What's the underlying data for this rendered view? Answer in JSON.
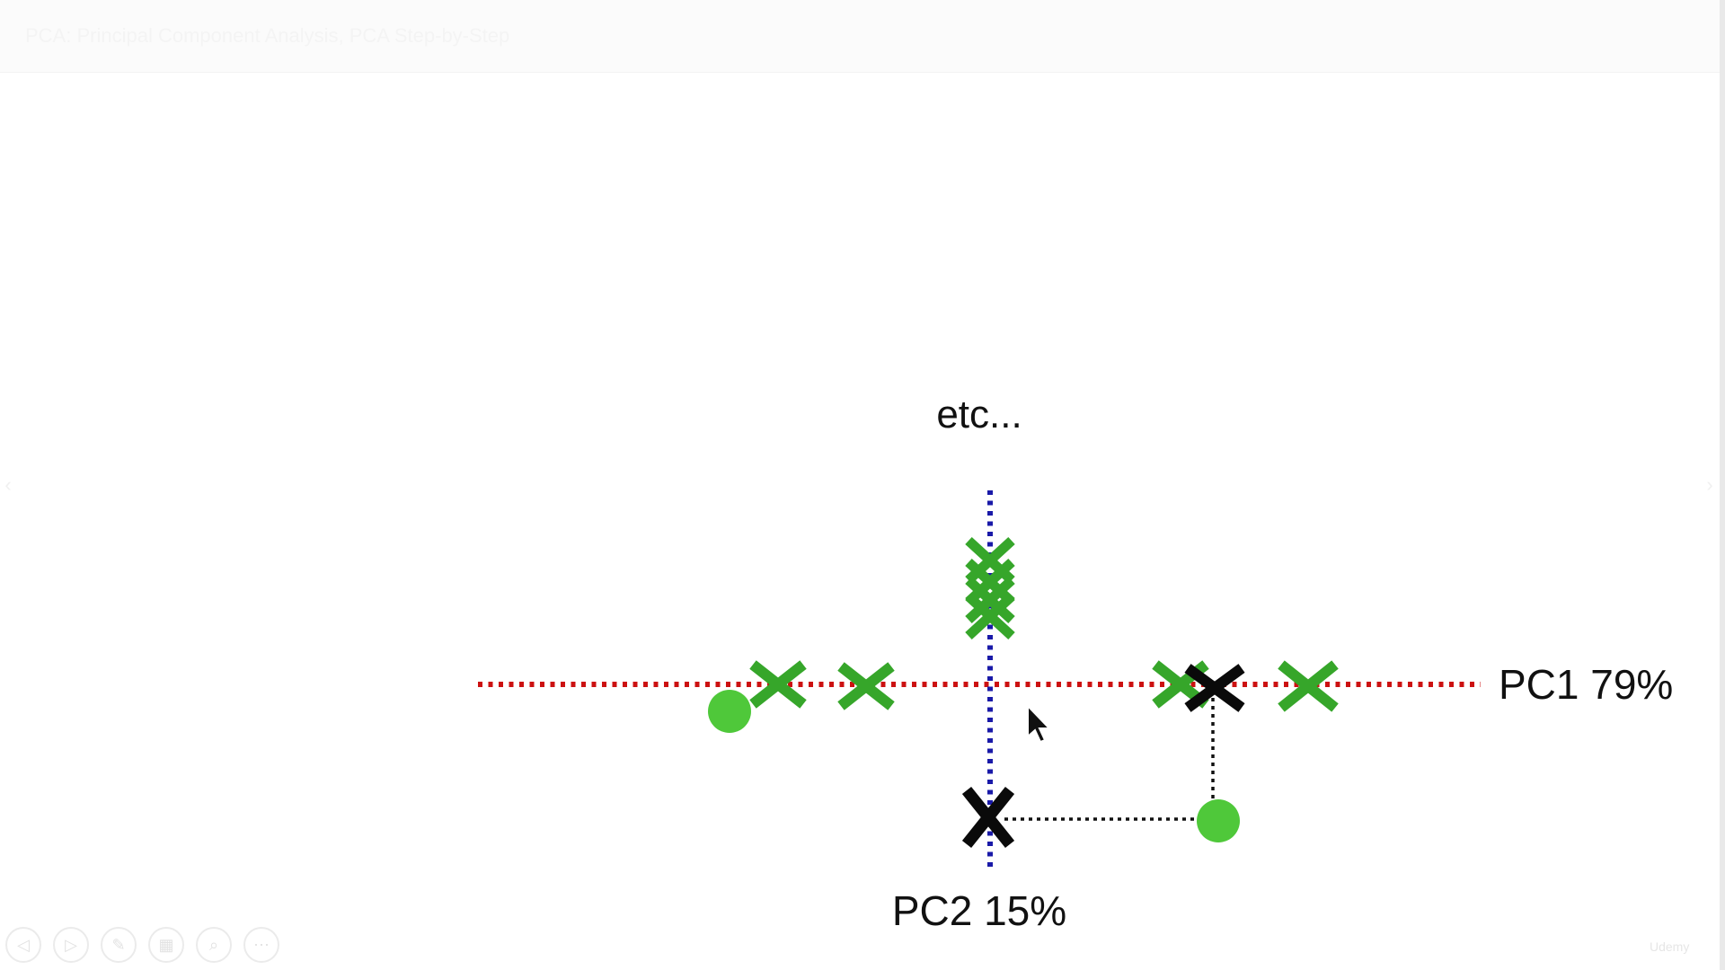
{
  "title_bar": {
    "text": "PCA: Principal Component Analysis, PCA Step-by-Step"
  },
  "slide": {
    "top_label": "etc...",
    "pc1_label": "PC1 79%",
    "pc2_label": "PC2 15%",
    "colors": {
      "pc1_line": "#cc1111",
      "pc2_line": "#1a1aa8",
      "data_mark": "#36a62a",
      "highlight_mark": "#0a0a0a",
      "projection_line": "#111111"
    }
  },
  "chart_data": {
    "type": "scatter",
    "title": "",
    "xlabel": "PC1 79%",
    "ylabel": "PC2 15%",
    "annotation": "etc...",
    "series": [
      {
        "marker": "x",
        "color": "#36a62a",
        "points": [
          [
            -5.4,
            0
          ],
          [
            -3.8,
            0
          ],
          [
            0,
            2.2
          ],
          [
            0,
            1.7
          ],
          [
            0,
            1.3
          ],
          [
            0,
            1.1
          ],
          [
            0,
            1.5
          ],
          [
            0,
            1.9
          ],
          [
            5.0,
            0
          ],
          [
            3.5,
            0
          ],
          [
            7.2,
            0
          ]
        ]
      },
      {
        "marker": "circle",
        "color": "#4fc83a",
        "points": [
          [
            -7.2,
            -0.5
          ],
          [
            4.1,
            -2.5
          ]
        ]
      },
      {
        "marker": "x",
        "color": "#0a0a0a",
        "points": [
          [
            4.1,
            0
          ],
          [
            0,
            -2.5
          ]
        ]
      }
    ]
  },
  "toolbar": {
    "buttons": [
      "previous-icon",
      "next-icon",
      "pen-icon",
      "slides-icon",
      "zoom-icon",
      "more-icon"
    ]
  },
  "watermark": "Udemy"
}
